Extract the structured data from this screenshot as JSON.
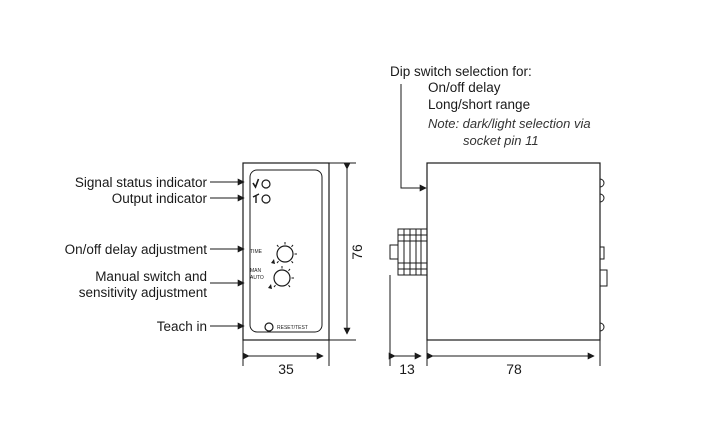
{
  "colors": {
    "line": "#1a1a1a",
    "background": "#ffffff"
  },
  "front_labels": {
    "signal_status": "Signal status indicator",
    "output": "Output indicator",
    "delay_adjust": "On/off delay adjustment",
    "manual_line1": "Manual switch and",
    "manual_line2": "sensitivity adjustment",
    "teach": "Teach in"
  },
  "panel_marks": {
    "time": "TIME",
    "man": "MAN",
    "auto": "AUTO",
    "reset": "RESET/TEST"
  },
  "dip": {
    "title": "Dip switch selection for:",
    "line1": "On/off delay",
    "line2": "Long/short range",
    "note1": "Note: dark/light selection via",
    "note2": "socket pin 11"
  },
  "dimensions": {
    "width": "35",
    "height": "76",
    "socket": "13",
    "depth": "78"
  }
}
